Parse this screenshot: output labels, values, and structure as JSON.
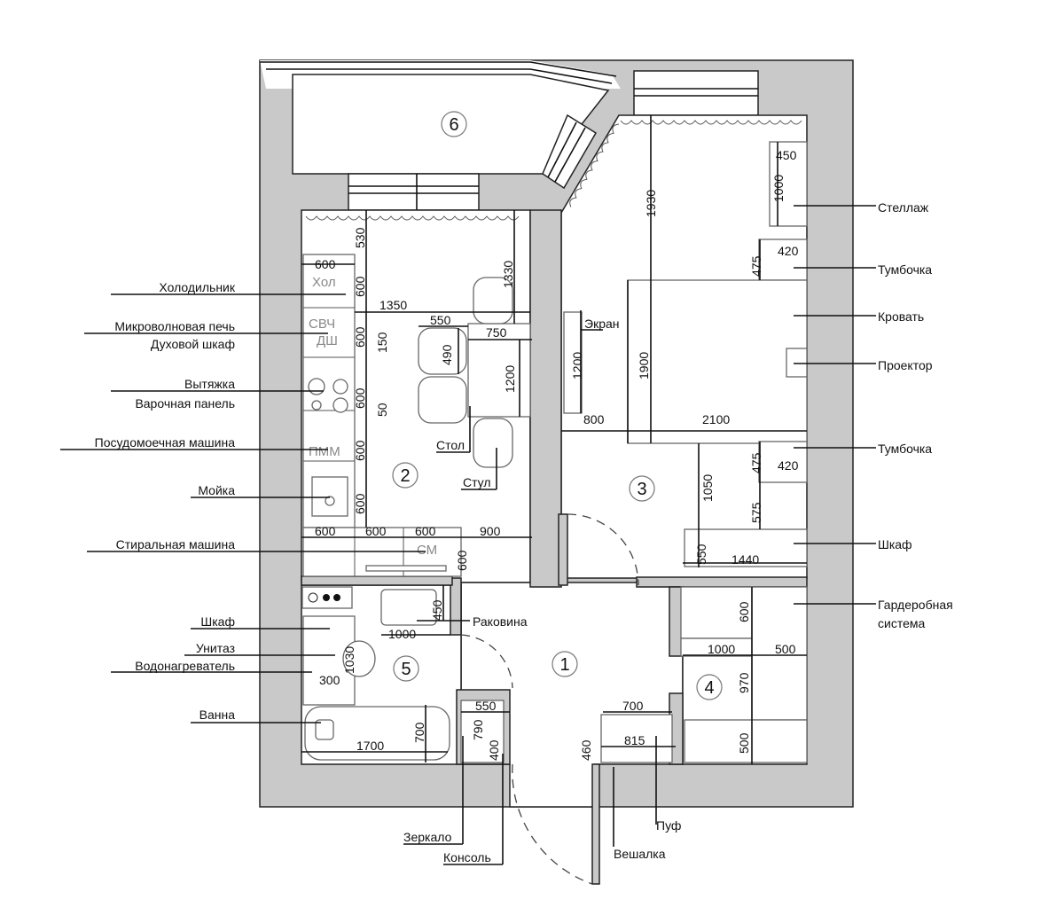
{
  "rooms": [
    "6",
    "2",
    "3",
    "1",
    "4",
    "5"
  ],
  "labels_left": {
    "fridge": "Холодильник",
    "microwave": "Микроволновая печь",
    "oven": "Духовой шкаф",
    "hood": "Вытяжка",
    "hob": "Варочная панель",
    "dishwasher": "Посудомоечная машина",
    "sink": "Мойка",
    "washer": "Стиральная машина",
    "bath_cabinet": "Шкаф",
    "toilet": "Унитаз",
    "water_heater": "Водонагреватель",
    "bathtub": "Ванна"
  },
  "labels_right": {
    "rack": "Стеллаж",
    "nightstand_top": "Тумбочка",
    "bed": "Кровать",
    "projector": "Проектор",
    "nightstand_bottom": "Тумбочка",
    "wardrobe": "Шкаф",
    "wardrobe_system_1": "Гардеробная",
    "wardrobe_system_2": "система"
  },
  "labels_inner": {
    "screen": "Экран",
    "table": "Стол",
    "chair": "Стул",
    "washbasin": "Раковина",
    "mirror": "Зеркало",
    "console": "Консоль",
    "pouf": "Пуф",
    "hanger": "Вешалка"
  },
  "appliance_tags": {
    "fridge": "Хол",
    "microwave": "СВЧ",
    "oven": "ДШ",
    "dishwasher": "ПММ",
    "washer": "СМ"
  },
  "dimensions": {
    "kitchen": [
      "530",
      "600",
      "600",
      "1330",
      "1350",
      "550",
      "750",
      "600",
      "150",
      "490",
      "1200",
      "600",
      "50",
      "600",
      "600",
      "600",
      "600",
      "600",
      "900",
      "600"
    ],
    "bathroom": [
      "450",
      "1000",
      "1030",
      "300",
      "1700",
      "700",
      "550",
      "790",
      "400"
    ],
    "hall": [
      "700",
      "815",
      "460"
    ],
    "wardrobe_room": [
      "600",
      "1000",
      "500",
      "970",
      "500"
    ],
    "bedroom": [
      "1930",
      "450",
      "1000",
      "420",
      "475",
      "1200",
      "1900",
      "800",
      "2100",
      "475",
      "420",
      "1050",
      "575",
      "550",
      "1440"
    ]
  }
}
